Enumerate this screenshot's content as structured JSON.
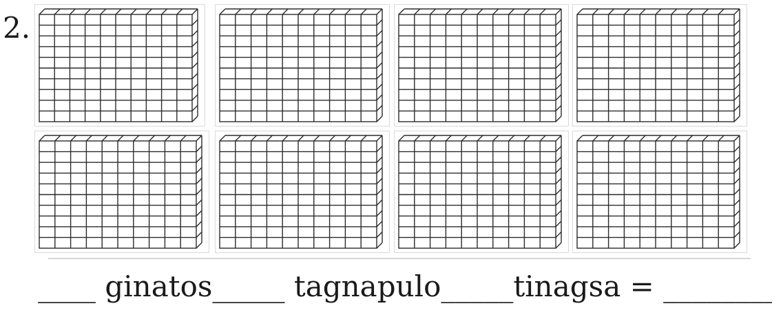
{
  "item_number": "2.",
  "blocks": {
    "count": 8,
    "rows": 2,
    "per_row": 4,
    "kind": "thousand-block",
    "line_color": "#2b2b2b"
  },
  "answer_line": {
    "text": "____ ginatos_____ tagnapulo_____tinagsa = ________"
  }
}
